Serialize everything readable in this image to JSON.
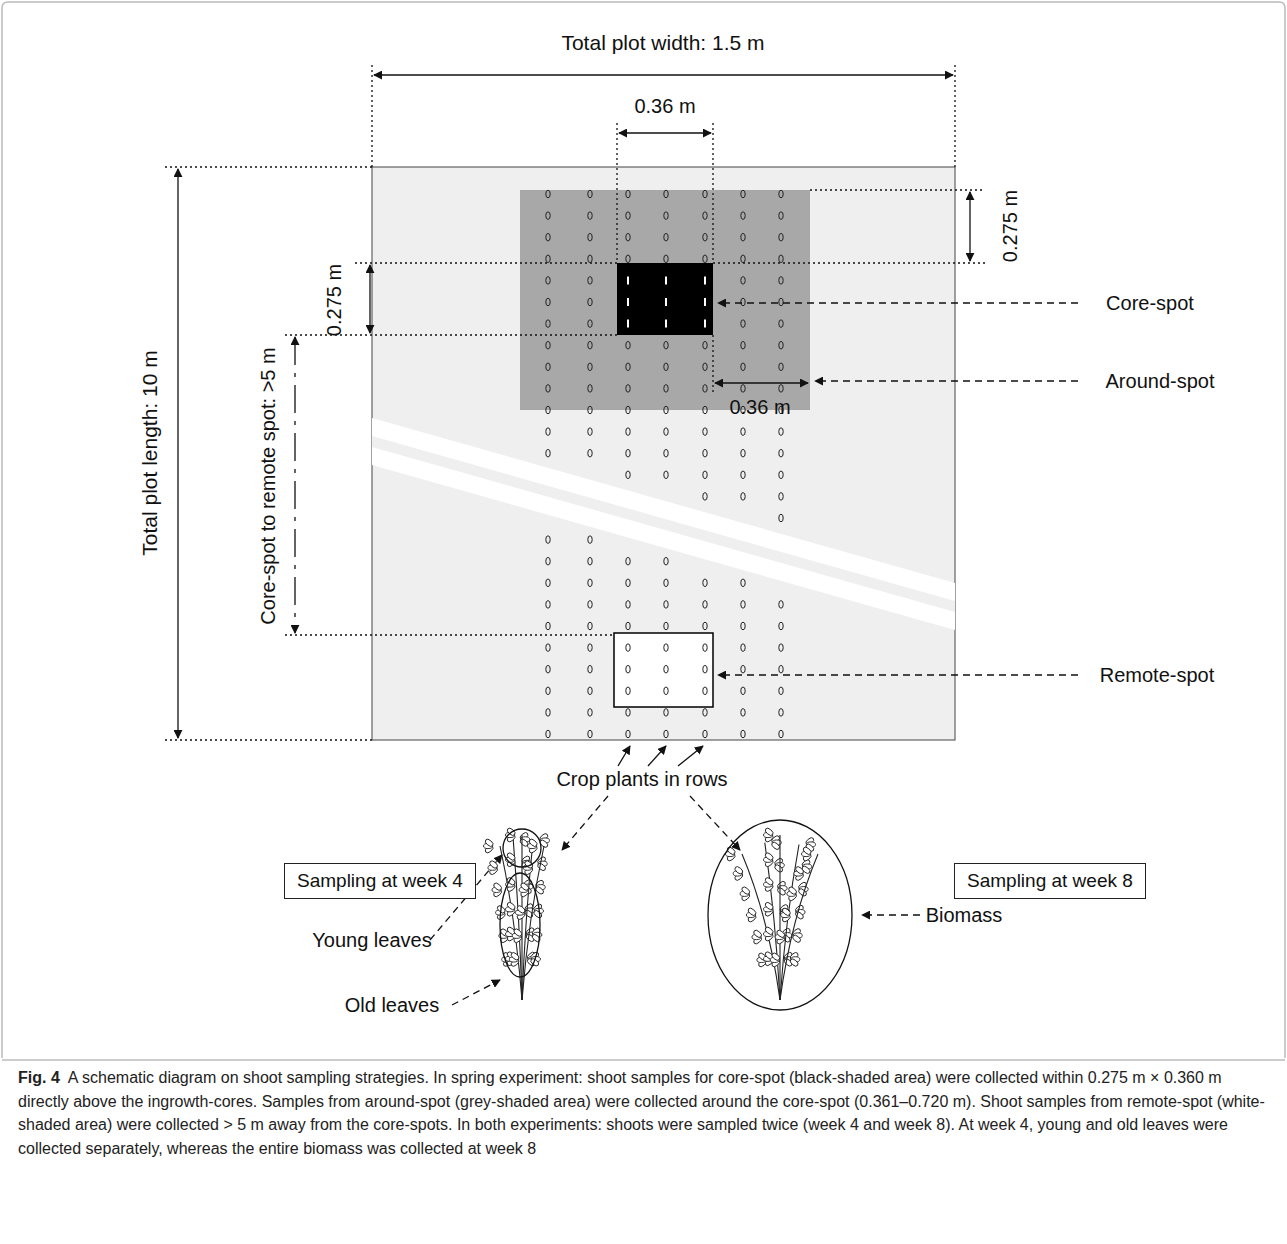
{
  "diagram": {
    "caption": "A schematic diagram on shoot sampling strategies. In spring experiment: shoot samples for core-spot (black-shaded area) were collected within 0.275 m × 0.360 m directly above the ingrowth-cores. Samples from around-spot (grey-shaded area) were collected around the core-spot (0.361–0.720 m). Shoot samples from remote-spot (white-shaded area) were collected > 5 m away from the core-spots. In both experiments: shoots were sampled twice (week 4 and week 8). At week 4, young and old leaves were collected separately, whereas the entire biomass was collected at week 8",
    "nodes": [
      {
        "text": [
          "Sampling at week 4"
        ]
      },
      {
        "text": [
          "Sampling at week 8"
        ]
      }
    ],
    "labels": [
      "Total plot width: 1.5 m",
      "0.36 m",
      "0.275 m",
      "0.275 m",
      "Total plot length: 10 m",
      "Core-spot to remote spot: >5 m",
      "Core-spot",
      "Around-spot",
      "0.36 m",
      "Remote-spot",
      "Crop plants in rows",
      "Young leaves",
      "Old leaves",
      "Biomass",
      "Fig. 4"
    ]
  }
}
